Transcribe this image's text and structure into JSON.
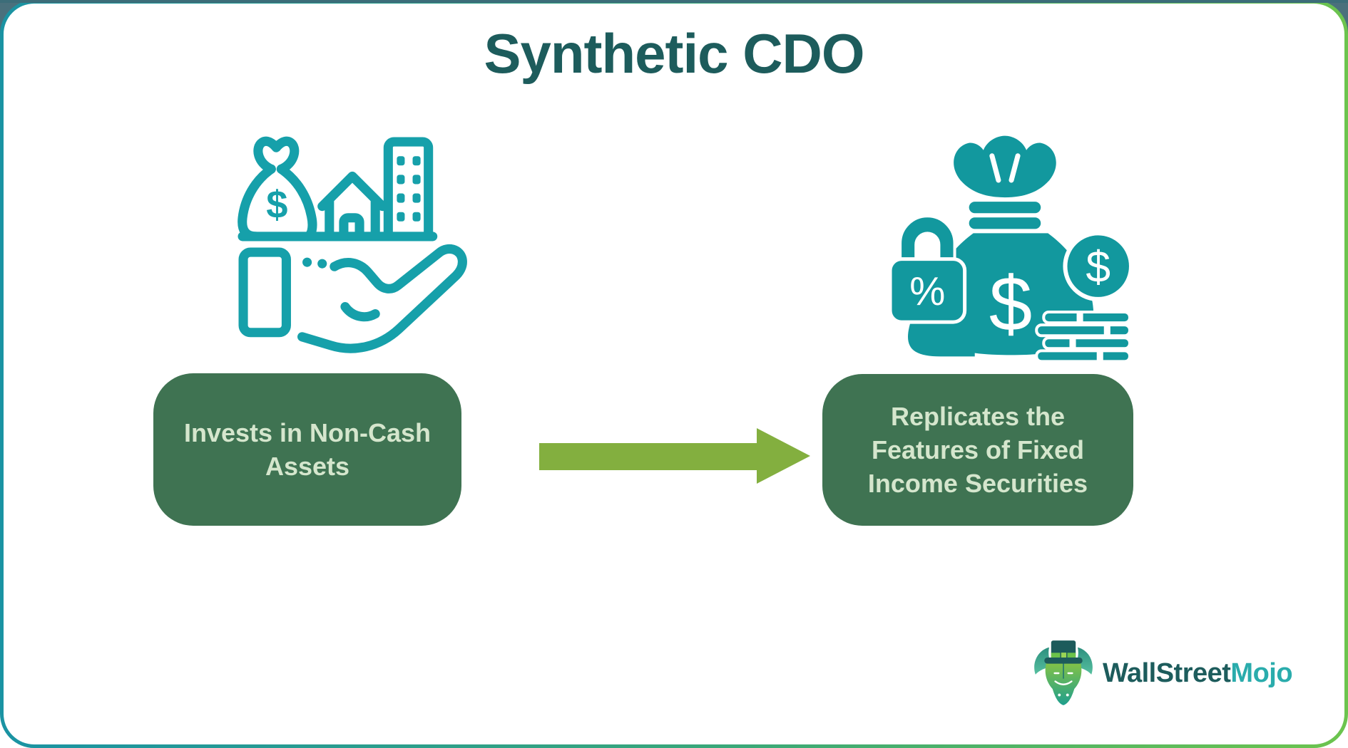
{
  "title": "Synthetic CDO",
  "boxes": {
    "left": {
      "lines": [
        "Invests in Non-Cash",
        "Assets"
      ]
    },
    "right": {
      "lines": [
        "Replicates the",
        "Features of Fixed",
        "Income Securities"
      ]
    }
  },
  "icons": {
    "left": {
      "name": "hand-holding-assets-icon",
      "dollar_glyph": "$"
    },
    "right": {
      "name": "fixed-income-money-bag-icon",
      "dollar_glyph": "$",
      "percent_glyph": "%",
      "coin_dollar_glyph": "$"
    }
  },
  "logo": {
    "brand_part1": "WallStreet",
    "brand_part2": "Mojo"
  },
  "colors": {
    "title_text": "#1d5c5c",
    "icon_teal_outline": "#16a0aa",
    "icon_teal_fill": "#12989e",
    "box_background": "#3f7352",
    "box_text": "#d5e6cd",
    "arrow_green": "#83af3f",
    "border_gradient_left": "#1a93a3",
    "border_gradient_right": "#6cc44e",
    "logo_mojo_teal": "#2aacac"
  }
}
